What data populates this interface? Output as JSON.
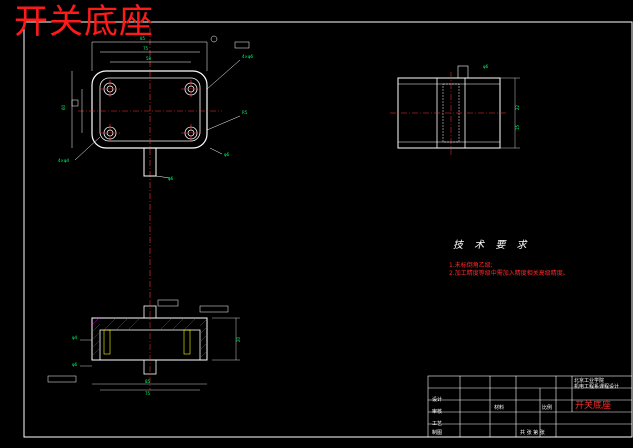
{
  "title": "开关底座",
  "tech_requirements": {
    "heading": "技 术 要 求",
    "items": [
      "1.未标倒角乙级;",
      "2.加工精度等级中需加入精度相关高级精度。"
    ]
  },
  "title_block": {
    "school": "北京工业学院",
    "sub": "机电工程系课程设计",
    "part_name": "开关底座",
    "material": "材料",
    "design": "设计",
    "check": "审核",
    "process": "工艺",
    "scale_label": "比例",
    "sheet_label": "共 张 第 张",
    "drawn_label": "制图"
  },
  "colors": {
    "line": "#ffffff",
    "dim": "#00ff66",
    "center": "#ff3333",
    "hatch": "#ff00ff",
    "leader": "#ffff00"
  }
}
